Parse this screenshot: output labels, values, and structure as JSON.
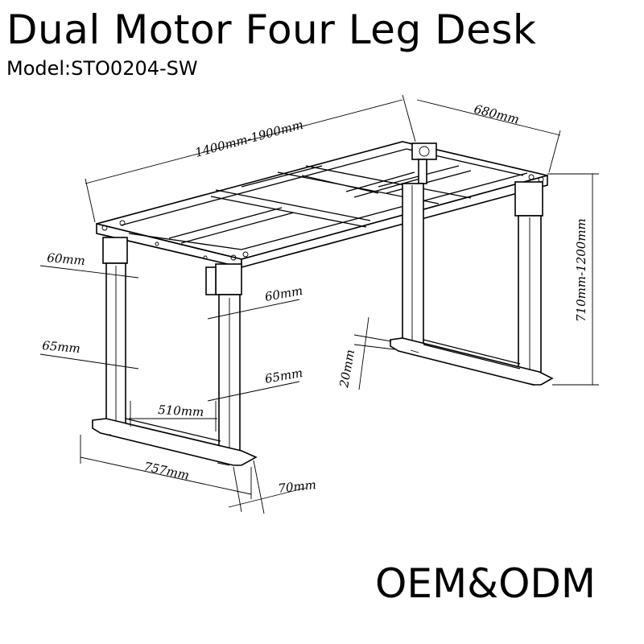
{
  "title": "Dual Motor Four Leg Desk",
  "model": "Model:STO0204-SW",
  "badge": "OEM&ODM",
  "dimensions": {
    "width_range": "1400mm-1900mm",
    "depth": "680mm",
    "height_range": "710mm-1200mm",
    "upper_column_left": "60mm",
    "upper_column_right": "60mm",
    "lower_column_left": "65mm",
    "lower_column_right": "65mm",
    "inner_span": "510mm",
    "foot_length": "757mm",
    "foot_width": "70mm",
    "foot_height": "20mm"
  }
}
